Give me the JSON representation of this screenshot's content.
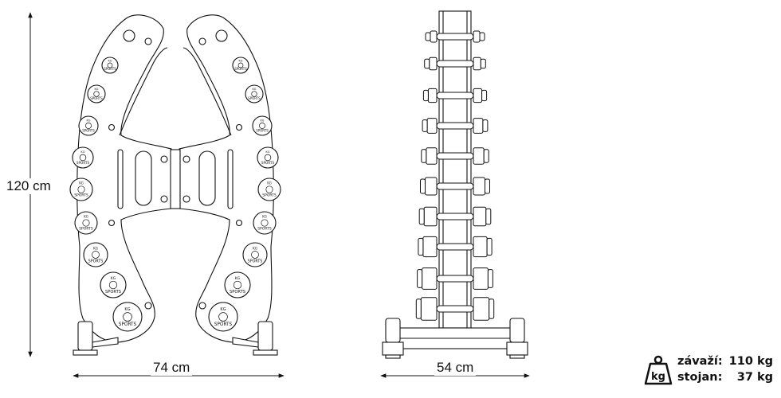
{
  "dimensions": {
    "height_label": "120 cm",
    "side_width_label": "74 cm",
    "front_width_label": "54 cm"
  },
  "plate_text": {
    "brand": "SPORTS",
    "unit": "KG"
  },
  "specs": {
    "icon": "kg-weight-icon",
    "icon_text": "kg",
    "rows": [
      {
        "label": "závaží:",
        "value": "110 kg"
      },
      {
        "label": "stojan:",
        "value": "37 kg"
      }
    ]
  }
}
